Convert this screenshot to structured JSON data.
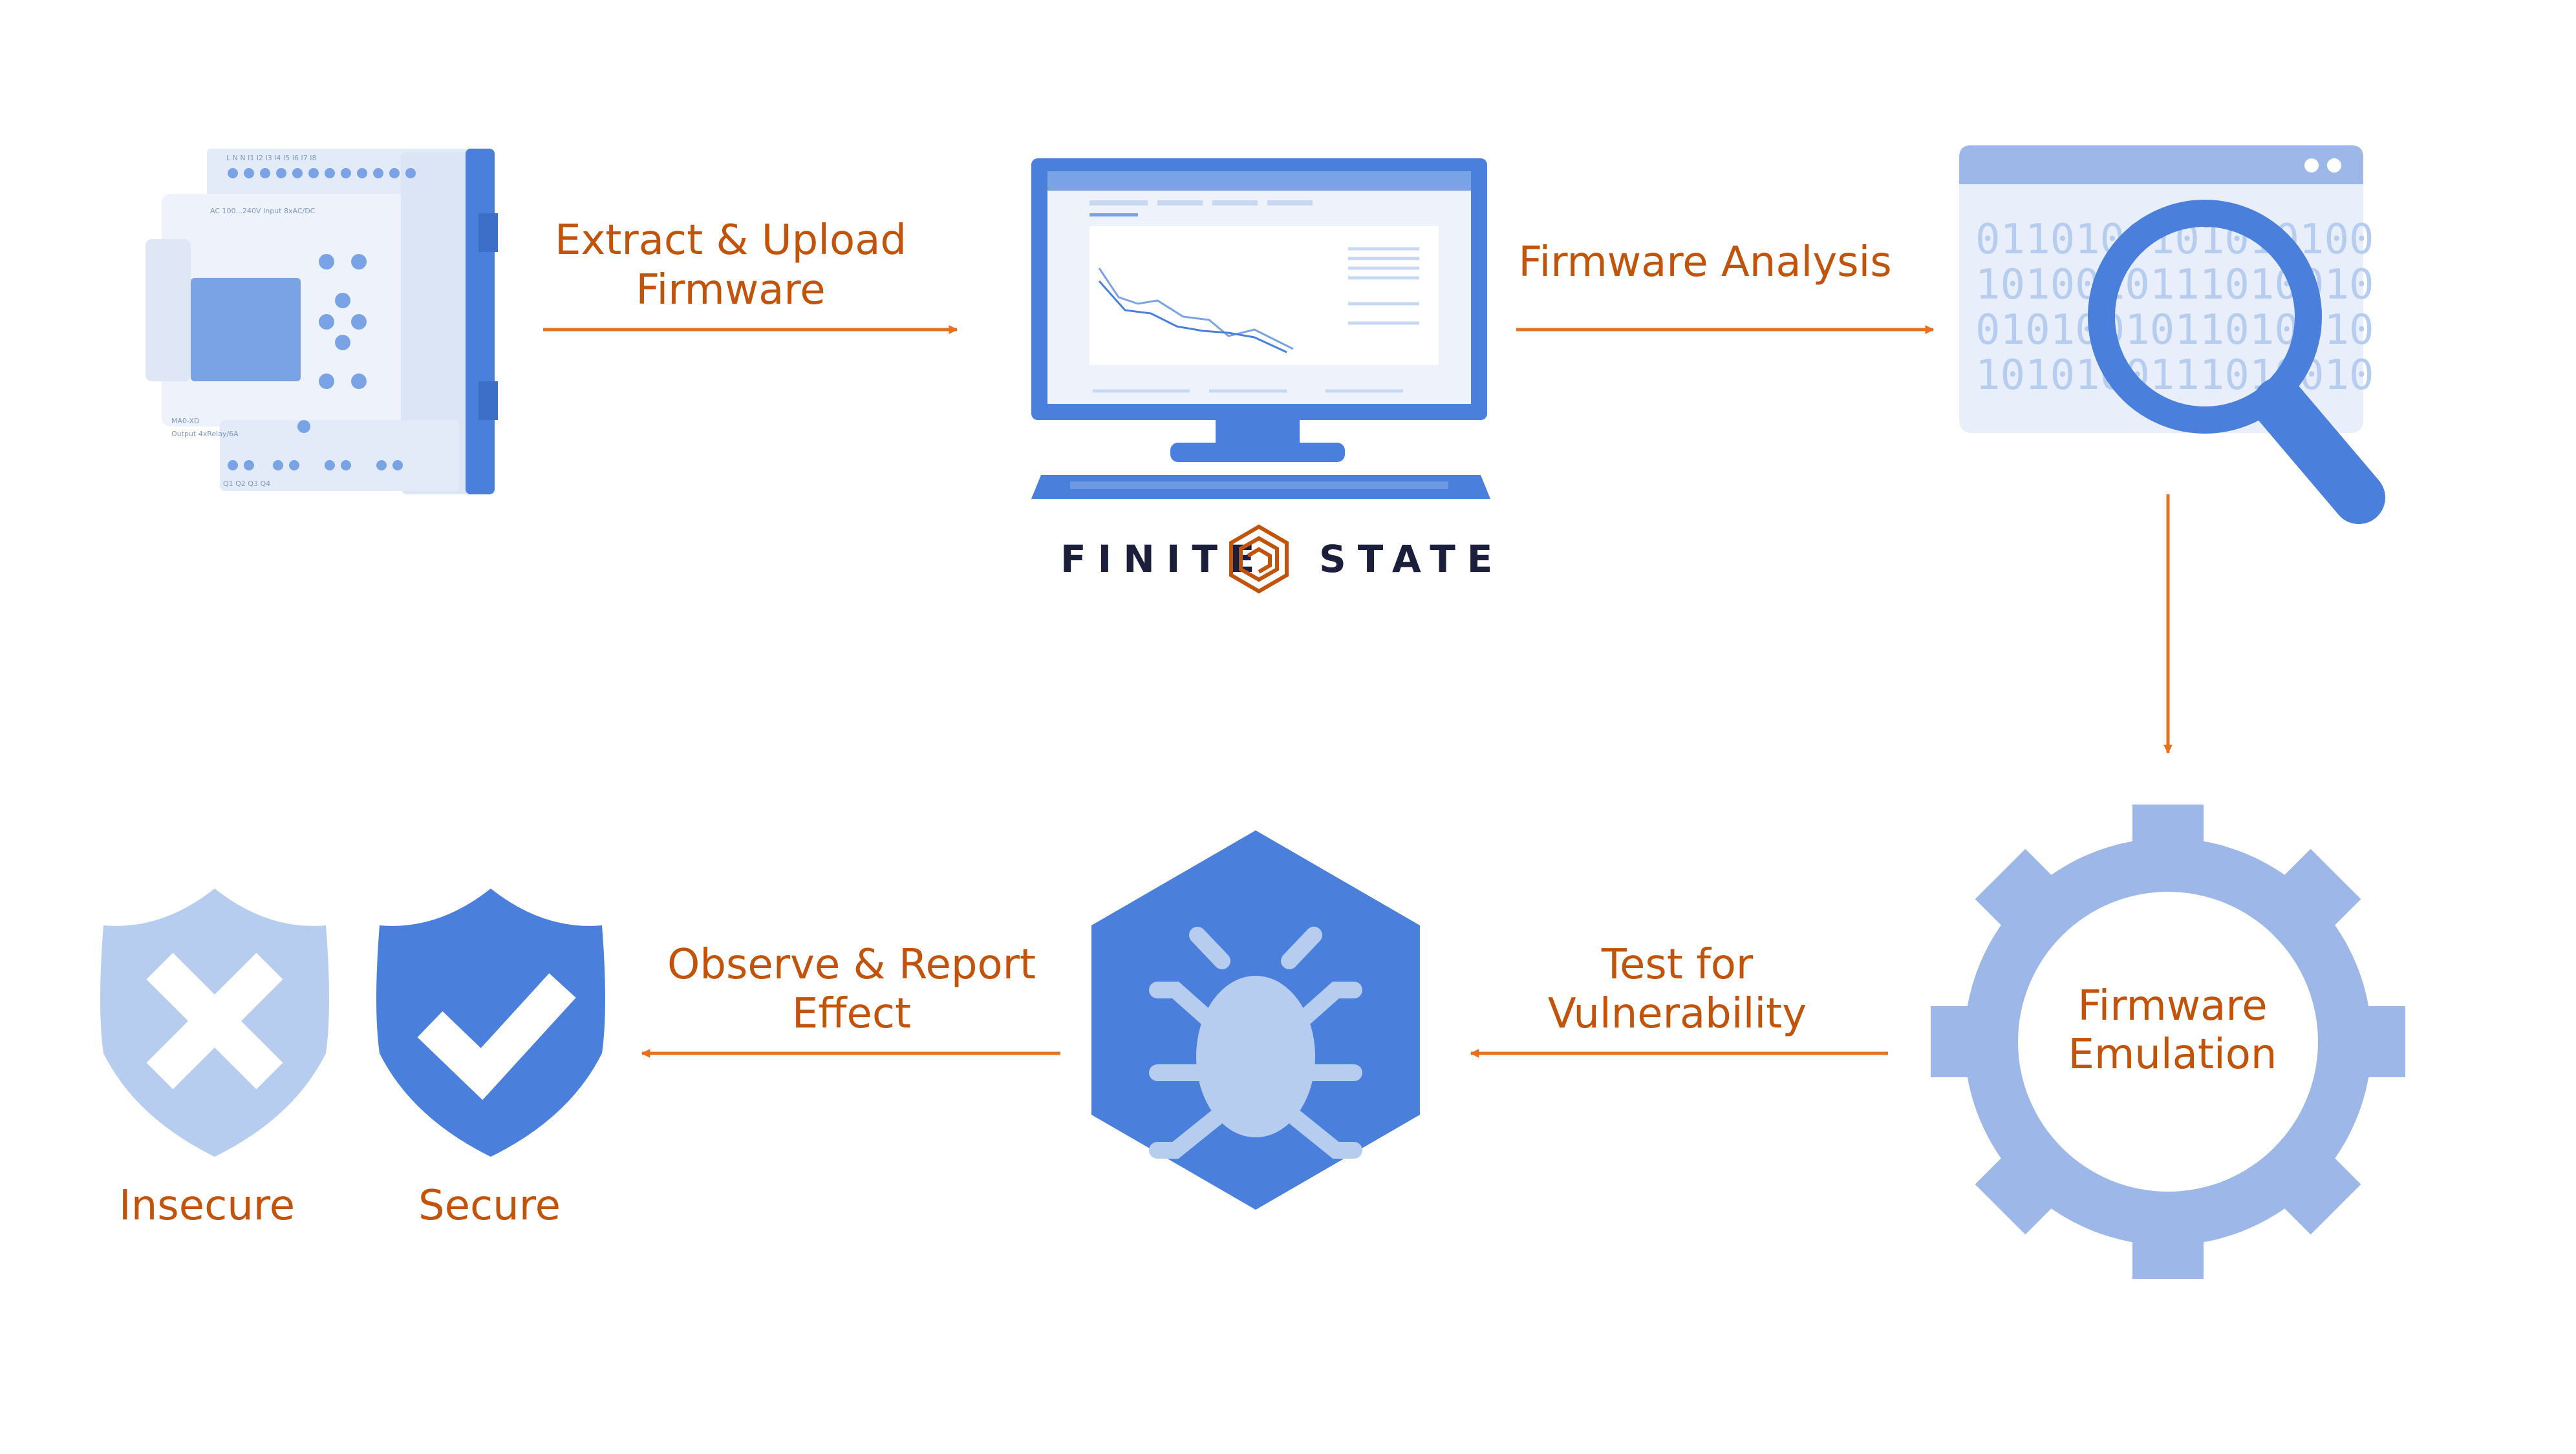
{
  "steps": {
    "extract_upload": [
      "Extract & Upload",
      "Firmware"
    ],
    "firmware_analysis": "Firmware Analysis",
    "firmware_emulation": [
      "Firmware",
      "Emulation"
    ],
    "test_vulnerability": [
      "Test for",
      "Vulnerability"
    ],
    "observe_report": [
      "Observe & Report",
      "Effect"
    ]
  },
  "brand": {
    "left": "FINITE",
    "right": "STATE"
  },
  "outcomes": {
    "insecure": "Insecure",
    "secure": "Secure"
  },
  "binary": [
    "0110100101010100",
    "1010010111010010",
    "0101001011010010",
    "1010100111010010"
  ],
  "device": {
    "top_terminals": "L N N I1 I2 I3 I4 I5 I6 I7 I8",
    "spec": "AC 100...240V Input 8xAC/DC",
    "model": "MA0-XD",
    "output": "Output 4xRelay/6A",
    "bottom_terminals": "Q1 Q2 Q3 Q4"
  },
  "colors": {
    "accent": "#c2530a",
    "arrow": "#e8711e",
    "blue": "#4a7fdc",
    "light_blue": "#9db8e8",
    "pale_blue": "#dde8f8",
    "brand_dark": "#1b1f3b"
  },
  "icons": [
    "plc-device-icon",
    "computer-monitor-icon",
    "finite-state-logo-icon",
    "magnifier-binary-icon",
    "gear-icon",
    "bug-hexagon-icon",
    "shield-x-icon",
    "shield-check-icon"
  ]
}
